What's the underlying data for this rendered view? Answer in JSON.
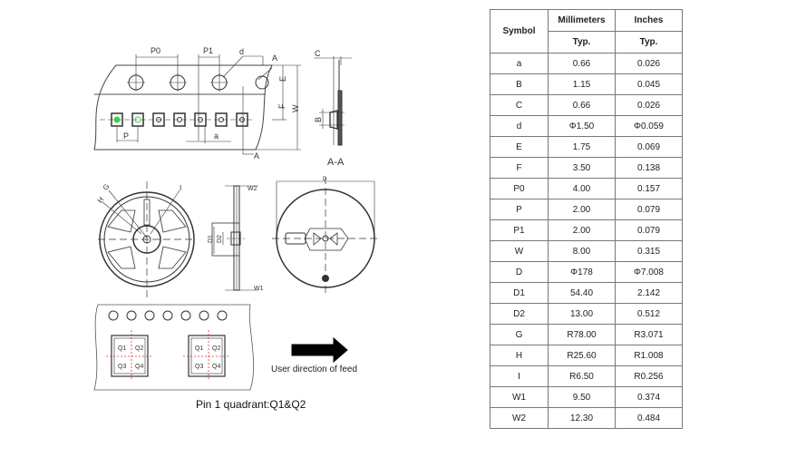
{
  "drawing": {
    "tape_labels": {
      "P0": "P0",
      "P1": "P1",
      "d": "d",
      "A_top": "A",
      "A_bottom": "A",
      "E": "E",
      "F": "F",
      "W": "W",
      "P": "P",
      "a": "a"
    },
    "section_labels": {
      "C": "C",
      "B": "B",
      "title": "A-A"
    },
    "reel_labels": {
      "G": "G",
      "H": "H",
      "I": "I",
      "W2": "W2",
      "W1": "W1",
      "D1": "D1",
      "D2": "D2",
      "D": "D"
    },
    "pocket_quadrants": [
      "Q1",
      "Q2",
      "Q3",
      "Q4"
    ],
    "feed_label": "User direction of feed",
    "pin1_caption": "Pin 1 quadrant:Q1&Q2"
  },
  "table": {
    "headers": {
      "symbol": "Symbol",
      "millimeters": "Millimeters",
      "inches": "Inches",
      "typ_mm": "Typ.",
      "typ_in": "Typ."
    },
    "rows": [
      {
        "symbol": "a",
        "mm": "0.66",
        "in": "0.026"
      },
      {
        "symbol": "B",
        "mm": "1.15",
        "in": "0.045"
      },
      {
        "symbol": "C",
        "mm": "0.66",
        "in": "0.026"
      },
      {
        "symbol": "d",
        "mm": "Φ1.50",
        "in": "Φ0.059"
      },
      {
        "symbol": "E",
        "mm": "1.75",
        "in": "0.069"
      },
      {
        "symbol": "F",
        "mm": "3.50",
        "in": "0.138"
      },
      {
        "symbol": "P0",
        "mm": "4.00",
        "in": "0.157"
      },
      {
        "symbol": "P",
        "mm": "2.00",
        "in": "0.079"
      },
      {
        "symbol": "P1",
        "mm": "2.00",
        "in": "0.079"
      },
      {
        "symbol": "W",
        "mm": "8.00",
        "in": "0.315"
      },
      {
        "symbol": "D",
        "mm": "Φ178",
        "in": "Φ7.008"
      },
      {
        "symbol": "D1",
        "mm": "54.40",
        "in": "2.142"
      },
      {
        "symbol": "D2",
        "mm": "13.00",
        "in": "0.512"
      },
      {
        "symbol": "G",
        "mm": "R78.00",
        "in": "R3.071"
      },
      {
        "symbol": "H",
        "mm": "R25.60",
        "in": "R1.008"
      },
      {
        "symbol": "I",
        "mm": "R6.50",
        "in": "R0.256"
      },
      {
        "symbol": "W1",
        "mm": "9.50",
        "in": "0.374"
      },
      {
        "symbol": "W2",
        "mm": "12.30",
        "in": "0.484"
      }
    ]
  },
  "colors": {
    "pin1_marker": "#3bd24a",
    "quadrant_lines": "#e03030"
  }
}
